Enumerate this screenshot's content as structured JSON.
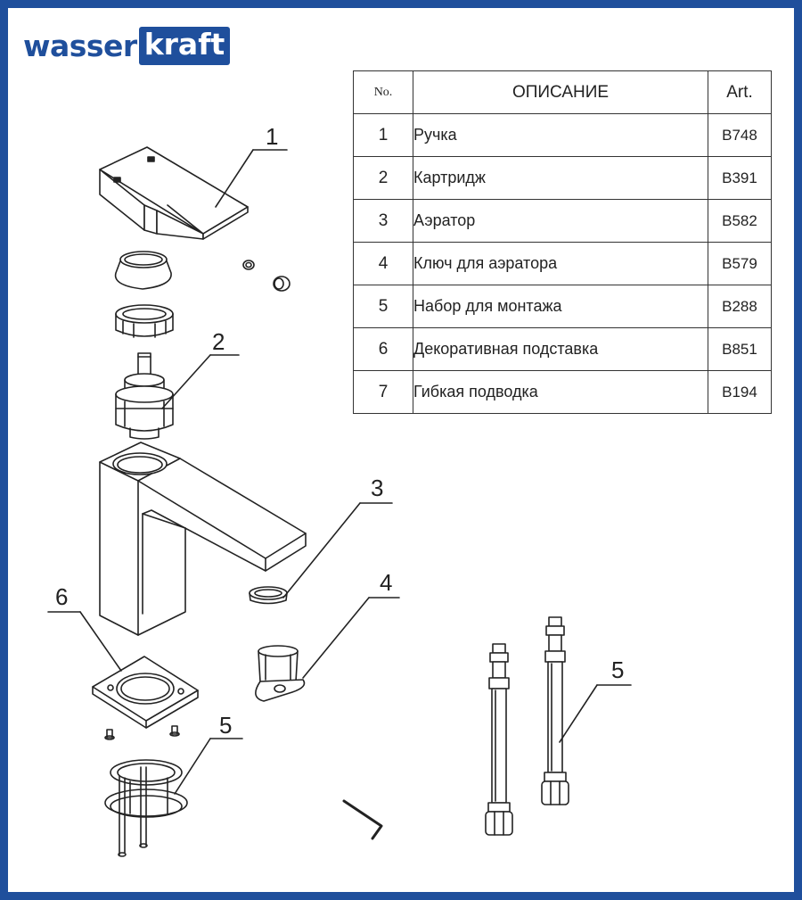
{
  "brand": {
    "part1": "wasser",
    "part2": "kraft"
  },
  "table": {
    "headers": {
      "no": "No.",
      "desc": "ОПИСАНИЕ",
      "art": "Art."
    },
    "rows": [
      {
        "no": "1",
        "desc": "Ручка",
        "art": "B748"
      },
      {
        "no": "2",
        "desc": "Картридж",
        "art": "B391"
      },
      {
        "no": "3",
        "desc": "Аэратор",
        "art": "B582"
      },
      {
        "no": "4",
        "desc": "Ключ для аэратора",
        "art": "B579"
      },
      {
        "no": "5",
        "desc": "Набор для монтажа",
        "art": "B288"
      },
      {
        "no": "6",
        "desc": "Декоративная подставка",
        "art": "B851"
      },
      {
        "no": "7",
        "desc": "Гибкая подводка",
        "art": "B194"
      }
    ]
  },
  "callouts": {
    "handle": "1",
    "cartridge": "2",
    "aerator": "3",
    "aerator_key": "4",
    "mount_kit": "5",
    "hoses": "5",
    "base_plate": "6"
  },
  "colors": {
    "brand": "#1f4f9c",
    "line": "#222222"
  }
}
